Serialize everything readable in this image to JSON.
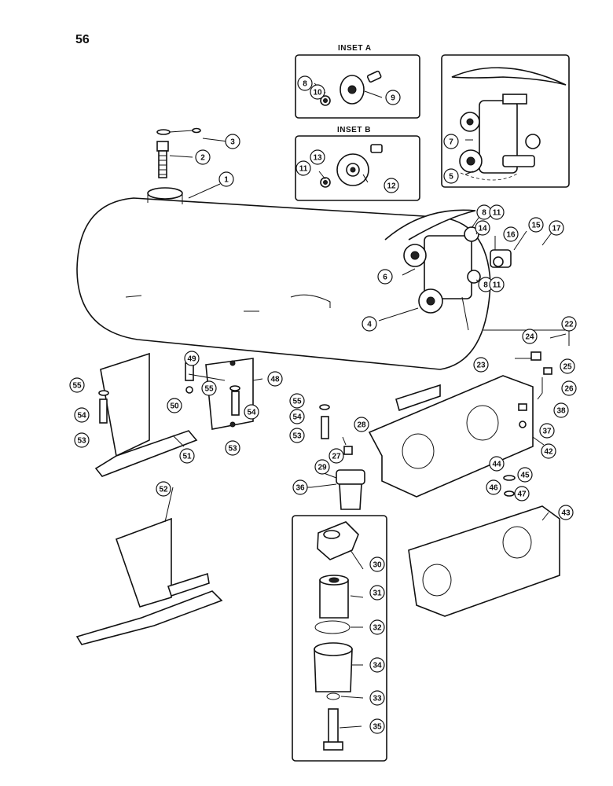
{
  "page_number": "56",
  "insets": [
    {
      "id": "a",
      "label": "INSET A"
    },
    {
      "id": "b",
      "label": "INSET B"
    }
  ],
  "callouts": [
    "1",
    "2",
    "3",
    "4",
    "5",
    "6",
    "7",
    "8",
    "8",
    "8",
    "9",
    "10",
    "11",
    "11",
    "11",
    "12",
    "13",
    "14",
    "15",
    "16",
    "17",
    "22",
    "23",
    "24",
    "25",
    "26",
    "27",
    "28",
    "29",
    "30",
    "31",
    "32",
    "33",
    "34",
    "35",
    "36",
    "37",
    "38",
    "42",
    "43",
    "44",
    "45",
    "46",
    "47",
    "48",
    "49",
    "50",
    "51",
    "52",
    "53",
    "53",
    "53",
    "54",
    "54",
    "54",
    "55",
    "55",
    "55"
  ],
  "colors": {
    "ink": "#111111",
    "paper": "#ffffff"
  }
}
